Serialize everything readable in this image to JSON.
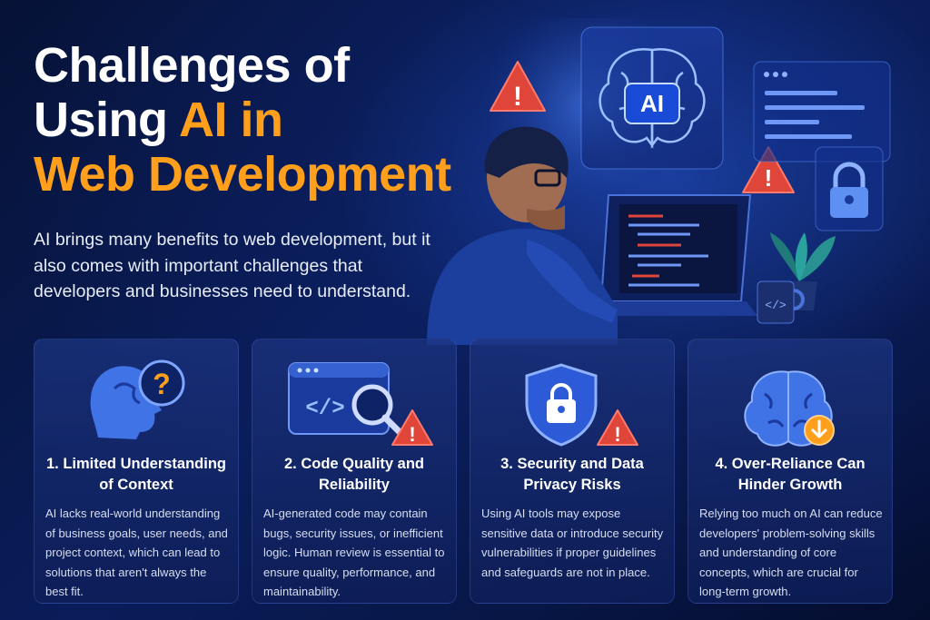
{
  "header": {
    "title_line1": "Challenges of",
    "title_line2_white": "Using ",
    "title_line2_orange": "AI in",
    "title_line3": "Web Development",
    "intro": "AI brings many benefits to web development, but it also comes with important challenges that developers and businesses need to understand."
  },
  "hero": {
    "brain_label": "AI"
  },
  "cards": [
    {
      "title": "1. Limited Understanding of Context",
      "body": "AI lacks real-world understanding of business goals, user needs, and project context, which can lead to solutions that aren't always the best fit.",
      "icon": "head-question-icon"
    },
    {
      "title": "2. Code Quality and Reliability",
      "body": "AI-generated code may contain bugs, security issues, or inefficient logic. Human review is essential to ensure quality, performance, and maintainability.",
      "icon": "code-magnifier-warning-icon"
    },
    {
      "title": "3. Security and Data Privacy Risks",
      "body": "Using AI tools may expose sensitive data or introduce security vulnerabilities if proper guidelines and safeguards are not in place.",
      "icon": "shield-lock-warning-icon"
    },
    {
      "title": "4. Over-Reliance Can Hinder Growth",
      "body": "Relying too much on AI can reduce developers' problem-solving skills and understanding of core concepts, which are crucial for long-term growth.",
      "icon": "brain-down-arrow-icon"
    }
  ],
  "colors": {
    "accent": "#ff9f1c",
    "warning": "#e0453a",
    "background": "#0a1d5a"
  }
}
